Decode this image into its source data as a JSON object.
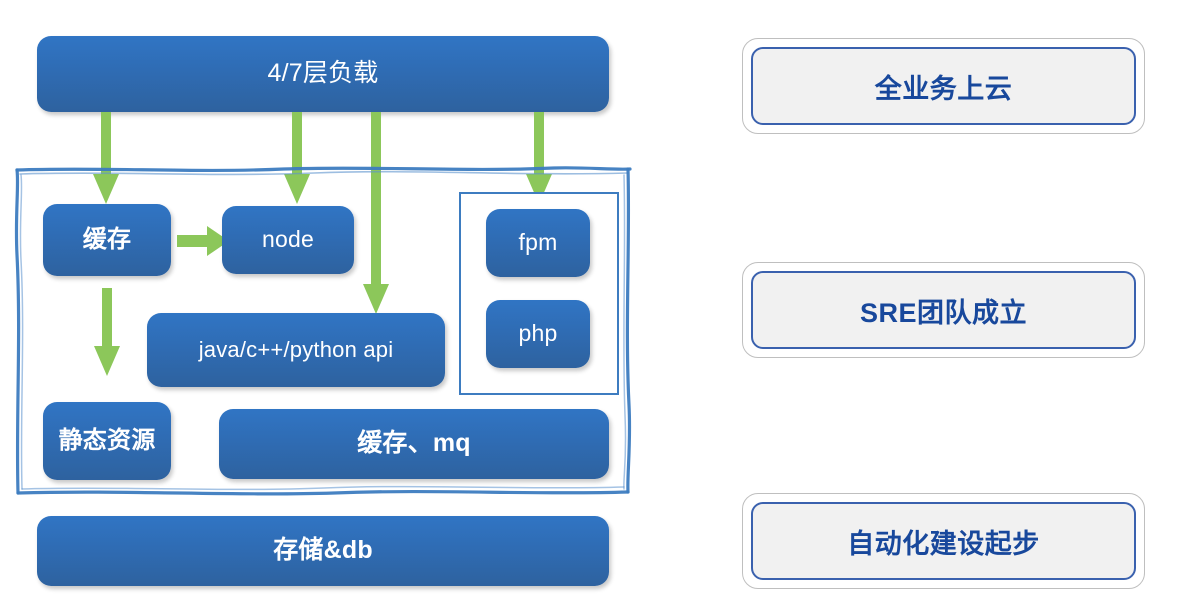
{
  "diagram": {
    "title": "architecture-evolution-diagram",
    "colors": {
      "node_blue_top": "#3075c4",
      "node_blue_bottom": "#2e629f",
      "arrow_green": "#8cc75a",
      "container_border_blue": "#3d7cc0",
      "card_border_gray": "#bfbfbf",
      "card_inner_border_blue": "#3a61ae",
      "card_fill_gray": "#f1f1f1",
      "card_text_blue": "#18489c",
      "node_text_white": "#ffffff"
    },
    "left": {
      "top_bar": {
        "label": "4/7层负载"
      },
      "container": {
        "label": "app-tier-container"
      },
      "nodes": [
        {
          "id": "cache",
          "label": "缓存"
        },
        {
          "id": "node",
          "label": "node"
        },
        {
          "id": "api",
          "label": "java/c++/python api"
        },
        {
          "id": "static",
          "label": "静态资源"
        },
        {
          "id": "cache-mq",
          "label": "缓存、mq"
        },
        {
          "id": "fpm",
          "label": "fpm"
        },
        {
          "id": "php",
          "label": "php"
        }
      ],
      "php_group": {
        "label": "php-runtime-group"
      },
      "bottom_bar": {
        "label": "存储&db"
      },
      "arrows": [
        {
          "id": "lb-to-cache",
          "from": "4/7层负载",
          "to": "缓存"
        },
        {
          "id": "lb-to-node",
          "from": "4/7层负载",
          "to": "node"
        },
        {
          "id": "lb-to-api",
          "from": "4/7层负载",
          "to": "java/c++/python api"
        },
        {
          "id": "lb-to-php",
          "from": "4/7层负载",
          "to": "php-runtime-group"
        },
        {
          "id": "cache-to-node",
          "from": "缓存",
          "to": "node"
        },
        {
          "id": "cache-to-static",
          "from": "缓存",
          "to": "静态资源"
        }
      ]
    },
    "right": {
      "milestones": [
        {
          "id": "m1",
          "label": "全业务上云"
        },
        {
          "id": "m2",
          "label": "SRE团队成立"
        },
        {
          "id": "m3",
          "label": "自动化建设起步"
        }
      ]
    }
  }
}
